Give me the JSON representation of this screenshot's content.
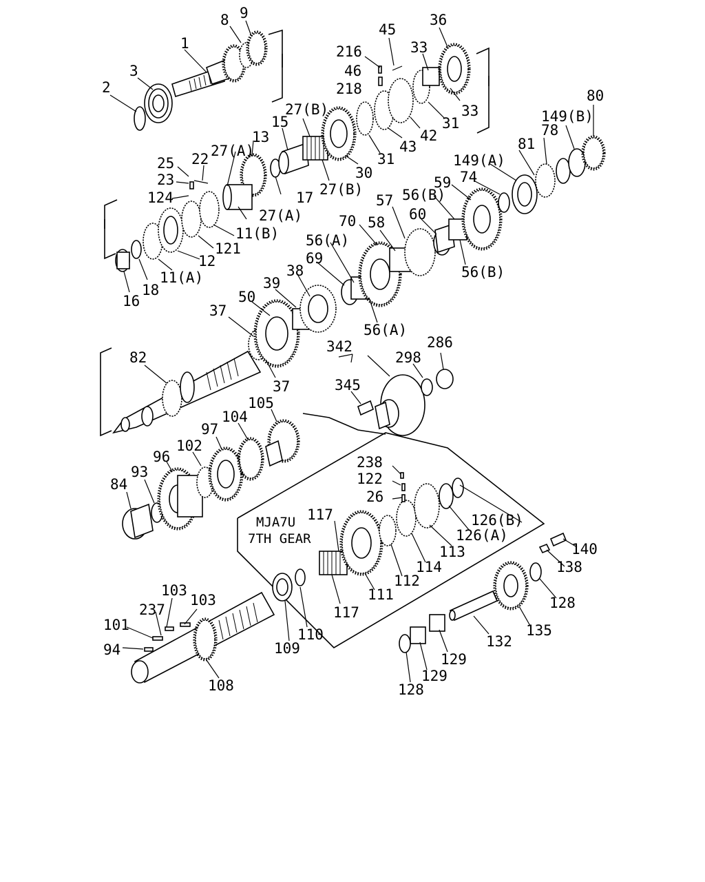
{
  "box_note": {
    "line1": "MJA7U",
    "line2": "7TH GEAR"
  },
  "labels": [
    {
      "id": "l-1",
      "text": "1"
    },
    {
      "id": "l-2",
      "text": "2"
    },
    {
      "id": "l-3",
      "text": "3"
    },
    {
      "id": "l-8",
      "text": "8"
    },
    {
      "id": "l-9",
      "text": "9"
    },
    {
      "id": "l-216",
      "text": "216"
    },
    {
      "id": "l-45",
      "text": "45"
    },
    {
      "id": "l-36",
      "text": "36"
    },
    {
      "id": "l-46",
      "text": "46"
    },
    {
      "id": "l-33a",
      "text": "33"
    },
    {
      "id": "l-218",
      "text": "218"
    },
    {
      "id": "l-33b",
      "text": "33"
    },
    {
      "id": "l-31a",
      "text": "31"
    },
    {
      "id": "l-42",
      "text": "42"
    },
    {
      "id": "l-43",
      "text": "43"
    },
    {
      "id": "l-31b",
      "text": "31"
    },
    {
      "id": "l-30",
      "text": "30"
    },
    {
      "id": "l-27b1",
      "text": "27(B)"
    },
    {
      "id": "l-27b2",
      "text": "27(B)"
    },
    {
      "id": "l-15",
      "text": "15"
    },
    {
      "id": "l-13",
      "text": "13"
    },
    {
      "id": "l-27a1",
      "text": "27(A)"
    },
    {
      "id": "l-27a2",
      "text": "27(A)"
    },
    {
      "id": "l-17",
      "text": "17"
    },
    {
      "id": "l-25",
      "text": "25"
    },
    {
      "id": "l-22",
      "text": "22"
    },
    {
      "id": "l-23",
      "text": "23"
    },
    {
      "id": "l-124",
      "text": "124"
    },
    {
      "id": "l-11b",
      "text": "11(B)"
    },
    {
      "id": "l-121",
      "text": "121"
    },
    {
      "id": "l-12",
      "text": "12"
    },
    {
      "id": "l-11a",
      "text": "11(A)"
    },
    {
      "id": "l-18",
      "text": "18"
    },
    {
      "id": "l-16",
      "text": "16"
    },
    {
      "id": "l-80",
      "text": "80"
    },
    {
      "id": "l-149b",
      "text": "149(B)"
    },
    {
      "id": "l-78",
      "text": "78"
    },
    {
      "id": "l-81",
      "text": "81"
    },
    {
      "id": "l-149a",
      "text": "149(A)"
    },
    {
      "id": "l-74",
      "text": "74"
    },
    {
      "id": "l-59",
      "text": "59"
    },
    {
      "id": "l-56b1",
      "text": "56(B)"
    },
    {
      "id": "l-57",
      "text": "57"
    },
    {
      "id": "l-60",
      "text": "60"
    },
    {
      "id": "l-70",
      "text": "70"
    },
    {
      "id": "l-58",
      "text": "58"
    },
    {
      "id": "l-56a1",
      "text": "56(A)"
    },
    {
      "id": "l-69",
      "text": "69"
    },
    {
      "id": "l-56b2",
      "text": "56(B)"
    },
    {
      "id": "l-38",
      "text": "38"
    },
    {
      "id": "l-39",
      "text": "39"
    },
    {
      "id": "l-50",
      "text": "50"
    },
    {
      "id": "l-37a",
      "text": "37"
    },
    {
      "id": "l-56a2",
      "text": "56(A)"
    },
    {
      "id": "l-37b",
      "text": "37"
    },
    {
      "id": "l-342",
      "text": "342"
    },
    {
      "id": "l-298",
      "text": "298"
    },
    {
      "id": "l-286",
      "text": "286"
    },
    {
      "id": "l-82",
      "text": "82"
    },
    {
      "id": "l-345",
      "text": "345"
    },
    {
      "id": "l-105",
      "text": "105"
    },
    {
      "id": "l-104",
      "text": "104"
    },
    {
      "id": "l-97",
      "text": "97"
    },
    {
      "id": "l-102",
      "text": "102"
    },
    {
      "id": "l-96",
      "text": "96"
    },
    {
      "id": "l-93",
      "text": "93"
    },
    {
      "id": "l-84",
      "text": "84"
    },
    {
      "id": "l-238",
      "text": "238"
    },
    {
      "id": "l-122",
      "text": "122"
    },
    {
      "id": "l-26",
      "text": "26"
    },
    {
      "id": "l-126b",
      "text": "126(B)"
    },
    {
      "id": "l-126a",
      "text": "126(A)"
    },
    {
      "id": "l-117a",
      "text": "117"
    },
    {
      "id": "l-113",
      "text": "113"
    },
    {
      "id": "l-114",
      "text": "114"
    },
    {
      "id": "l-112",
      "text": "112"
    },
    {
      "id": "l-111",
      "text": "111"
    },
    {
      "id": "l-117b",
      "text": "117"
    },
    {
      "id": "l-140",
      "text": "140"
    },
    {
      "id": "l-138",
      "text": "138"
    },
    {
      "id": "l-103a",
      "text": "103"
    },
    {
      "id": "l-103b",
      "text": "103"
    },
    {
      "id": "l-237",
      "text": "237"
    },
    {
      "id": "l-101",
      "text": "101"
    },
    {
      "id": "l-94",
      "text": "94"
    },
    {
      "id": "l-109",
      "text": "109"
    },
    {
      "id": "l-110",
      "text": "110"
    },
    {
      "id": "l-108",
      "text": "108"
    },
    {
      "id": "l-128a",
      "text": "128"
    },
    {
      "id": "l-135",
      "text": "135"
    },
    {
      "id": "l-132",
      "text": "132"
    },
    {
      "id": "l-129a",
      "text": "129"
    },
    {
      "id": "l-129b",
      "text": "129"
    },
    {
      "id": "l-128b",
      "text": "128"
    }
  ]
}
